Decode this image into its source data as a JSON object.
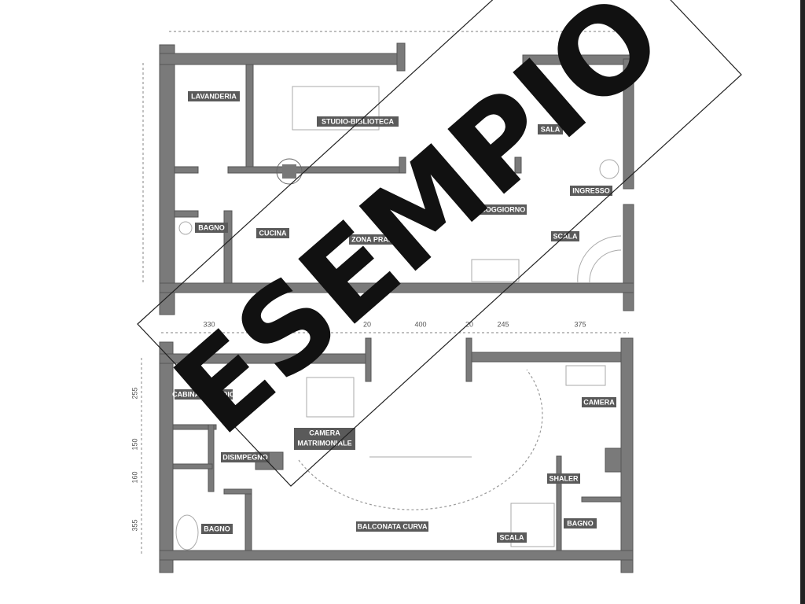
{
  "watermark": "ESEMPIO",
  "upper_floor": {
    "rooms": [
      {
        "id": "lavanderia",
        "label": "LAVANDERIA"
      },
      {
        "id": "studio",
        "label": "STUDIO-BIBLIOTECA"
      },
      {
        "id": "sala",
        "label": "SALA"
      },
      {
        "id": "ingresso",
        "label": "INGRESSO"
      },
      {
        "id": "soggiorno",
        "label": "SOGGIORNO"
      },
      {
        "id": "bagno",
        "label": "BAGNO"
      },
      {
        "id": "cucina",
        "label": "CUCINA"
      },
      {
        "id": "pranzo",
        "label": "ZONA PRANZO"
      },
      {
        "id": "scala",
        "label": "SCALA"
      }
    ]
  },
  "lower_floor": {
    "dimensions_top": [
      "330",
      "20",
      "400",
      "20",
      "245",
      "375"
    ],
    "dimensions_left": [
      "255",
      "150",
      "160",
      "355"
    ],
    "rooms": [
      {
        "id": "cabina",
        "label": "CABINA ARMADIO"
      },
      {
        "id": "matrimoniale",
        "label": "CAMERA",
        "label2": "MATRIMONIALE"
      },
      {
        "id": "disimpegno",
        "label": "DISIMPEGNO"
      },
      {
        "id": "bagno1",
        "label": "BAGNO"
      },
      {
        "id": "balconata",
        "label": "BALCONATA CURVA"
      },
      {
        "id": "camera",
        "label": "CAMERA"
      },
      {
        "id": "small",
        "label": "SHALER"
      },
      {
        "id": "scala",
        "label": "SCALA"
      },
      {
        "id": "bagno2",
        "label": "BAGNO"
      }
    ]
  }
}
